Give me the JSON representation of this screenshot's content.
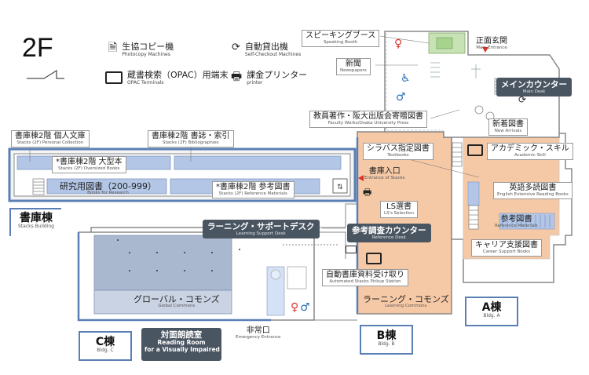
{
  "floor_label": "2F",
  "legend": {
    "copy": {
      "jp": "生協コピー機",
      "en": "Photocopy Machines"
    },
    "checkout": {
      "jp": "自動貸出機",
      "en": "Self-Checkout Machines"
    },
    "opac": {
      "jp": "蔵書検索（OPAC）用端末",
      "en": "OPAC Terminals"
    },
    "printer": {
      "jp": "課金プリンター",
      "en": "printer"
    }
  },
  "areas": {
    "speaking_booth": {
      "jp": "スピーキングブース",
      "en": "Speaking Booth"
    },
    "main_entrance": {
      "jp": "正面玄関",
      "en": "Main Entrance"
    },
    "newspapers": {
      "jp": "新聞",
      "en": "Newspapers"
    },
    "main_desk": {
      "jp": "メインカウンター",
      "en": "Main Desk"
    },
    "faculty_works": {
      "jp": "教員著作・阪大出版会寄贈図書",
      "en": "Faculty Works/Osaka University Press"
    },
    "new_arrivals": {
      "jp": "新着図書",
      "en": "New Arrivals"
    },
    "personal_collection": {
      "jp": "書庫棟2階 個人文庫",
      "en": "Stacks (2F) Personal Collection"
    },
    "bibliographies": {
      "jp": "書庫棟2階 書誌・索引",
      "en": "Stacks (2F) Bibliographies"
    },
    "oversized": {
      "jp": "*書庫棟2階 大型本",
      "en": "Stacks (2F) Oversized Books"
    },
    "research_books": {
      "jp": "研究用図書（200-999）",
      "en": "Books for Research"
    },
    "stack_reference": {
      "jp": "*書庫棟2階 参考図書",
      "en": "Stacks (2F) Reference Materials"
    },
    "textbooks": {
      "jp": "シラバス指定図書",
      "en": "Textbooks"
    },
    "stacks_entrance": {
      "jp": "書庫入口",
      "en": "Entrance of Stacks"
    },
    "ls_selection": {
      "jp": "LS選書",
      "en": "LS's Selection"
    },
    "academic_skill": {
      "jp": "アカデミック・スキル",
      "en": "Academic Skill"
    },
    "extensive_reading": {
      "jp": "英語多読図書",
      "en": "English Extensive Reading Books"
    },
    "reference_materials": {
      "jp": "参考図書",
      "en": "Reference Materials"
    },
    "career_support": {
      "jp": "キャリア支援図書",
      "en": "Career Support Books"
    },
    "learning_support_desk": {
      "jp": "ラーニング・サポートデスク",
      "en": "Learning Support Desk"
    },
    "reference_desk": {
      "jp": "参考調査カウンター",
      "en": "Reference Desk"
    },
    "stacks_pickup": {
      "jp": "自動書庫資料受け取り",
      "en": "Automated Stacks Pickup Station"
    },
    "learning_commons": {
      "jp": "ラーニング・コモンズ",
      "en": "Learning Commons"
    },
    "global_commons": {
      "jp": "グローバル・コモンズ",
      "en": "Global Commons"
    },
    "emergency_entrance": {
      "jp": "非常口",
      "en": "Emergency Entrance"
    },
    "reading_room": {
      "jp": "対面朗読室",
      "en1": "Reading Room",
      "en2": "for a Visually Impaired"
    }
  },
  "buildings": {
    "stacks": {
      "jp": "書庫棟",
      "en": "Stacks Building"
    },
    "c": {
      "jp": "C棟",
      "en": "Bldg. C"
    },
    "b": {
      "jp": "B棟",
      "en": "Bldg. B"
    },
    "a": {
      "jp": "A棟",
      "en": "Bldg. A"
    }
  },
  "colors": {
    "building_outline": "#5a7fb4",
    "stack_shelves": "#b3c6e6",
    "area_orange": "#f6c9a6",
    "global_commons": "#a9b7cf",
    "speaking_booth": "#c7e3b5",
    "dark_label": "#4a5562",
    "restroom_red": "#d9342b",
    "restroom_blue": "#2a6fb8"
  }
}
